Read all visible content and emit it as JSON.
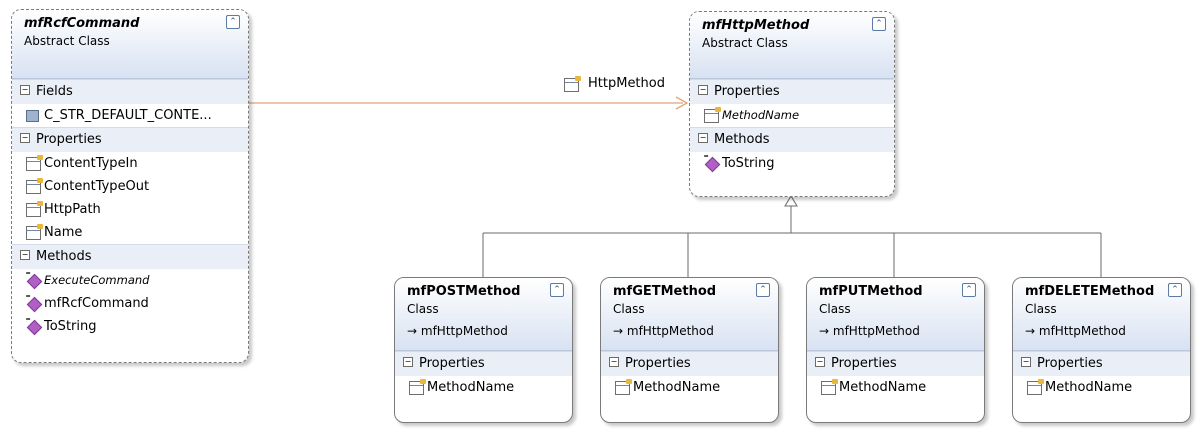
{
  "association": {
    "label": "HttpMethod"
  },
  "mfRcfCommand": {
    "name": "mfRcfCommand",
    "kind": "Abstract Class",
    "fields_label": "Fields",
    "fields": [
      "C_STR_DEFAULT_CONTE..."
    ],
    "properties_label": "Properties",
    "properties": [
      "ContentTypeIn",
      "ContentTypeOut",
      "HttpPath",
      "Name"
    ],
    "methods_label": "Methods",
    "methods": [
      "ExecuteCommand",
      "mfRcfCommand",
      "ToString"
    ]
  },
  "mfHttpMethod": {
    "name": "mfHttpMethod",
    "kind": "Abstract Class",
    "properties_label": "Properties",
    "properties": [
      "MethodName"
    ],
    "methods_label": "Methods",
    "methods": [
      "ToString"
    ]
  },
  "subclasses": [
    {
      "name": "mfPOSTMethod",
      "kind": "Class",
      "base": "mfHttpMethod",
      "properties_label": "Properties",
      "properties": [
        "MethodName"
      ]
    },
    {
      "name": "mfGETMethod",
      "kind": "Class",
      "base": "mfHttpMethod",
      "properties_label": "Properties",
      "properties": [
        "MethodName"
      ]
    },
    {
      "name": "mfPUTMethod",
      "kind": "Class",
      "base": "mfHttpMethod",
      "properties_label": "Properties",
      "properties": [
        "MethodName"
      ]
    },
    {
      "name": "mfDELETEMethod",
      "kind": "Class",
      "base": "mfHttpMethod",
      "properties_label": "Properties",
      "properties": [
        "MethodName"
      ]
    }
  ],
  "colors": {
    "association_line": "#e0a57a",
    "inheritance_line": "#6b6b6b",
    "header_gradient_end": "#d8e2f2",
    "compartment_bg": "#e9eef7"
  },
  "icons": {
    "collapse": "double-chevron-up-icon",
    "field": "field-icon",
    "property": "property-icon",
    "method": "method-icon",
    "expander": "minus-box-icon"
  }
}
